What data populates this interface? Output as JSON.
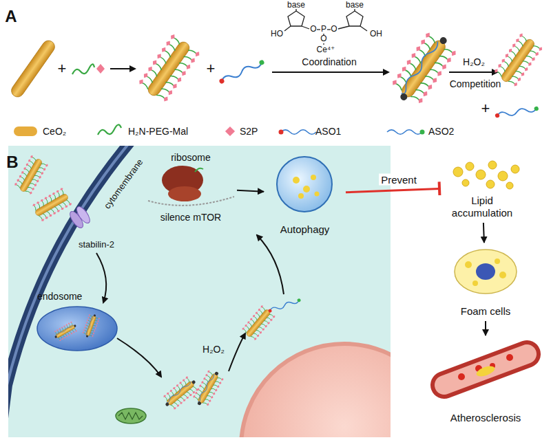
{
  "diagram": {
    "nodes": [
      {
        "text": [
          "ribosome",
          "silence mTOR"
        ]
      },
      {
        "text": [
          "Autophagy"
        ]
      },
      {
        "text": [
          "Lipid accumulation"
        ]
      },
      {
        "text": [
          "Foam cells"
        ]
      },
      {
        "text": [
          "Atherosclerosis"
        ]
      },
      {
        "text": [
          "endosome"
        ]
      }
    ],
    "edges": [
      {
        "from": 0,
        "to": 1,
        "arrow": "to"
      },
      {
        "from": 1,
        "to": 2,
        "label": "Prevent",
        "arrow": "to"
      },
      {
        "from": 2,
        "to": 3,
        "arrow": "to"
      },
      {
        "from": 3,
        "to": 4,
        "arrow": "to"
      }
    ],
    "labels": [
      "A",
      "+",
      "+",
      "base",
      "base",
      "HO",
      "OH",
      "O",
      "P",
      "O",
      "O",
      "Ce⁴⁺",
      "Coordination",
      "H₂O₂",
      "Competition",
      "+",
      "B",
      "cytomembrane",
      "stabilin-2",
      "H₂O₂"
    ],
    "legend": [
      {
        "text": "CeO₂",
        "color": "#e6ac3c"
      },
      {
        "text": "H₂N-PEG-Mal"
      },
      {
        "text": "S2P",
        "color": "#f07b93"
      },
      {
        "text": "ASO1"
      },
      {
        "text": "ASO2"
      }
    ]
  }
}
